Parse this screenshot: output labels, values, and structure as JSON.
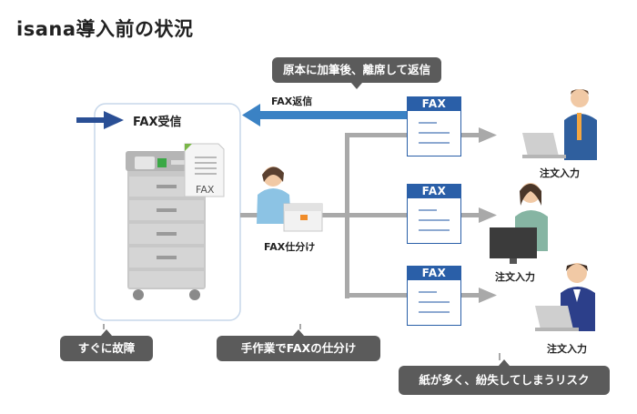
{
  "title": "isana導入前の状況",
  "callouts": {
    "top": "原本に加筆後、離席して返信",
    "left": "すぐに故障",
    "middle": "手作業でFAXの仕分け",
    "bottom": "紙が多く、紛失してしまうリスク"
  },
  "labels": {
    "fax_receive": "FAX受信",
    "fax_reply": "FAX返信",
    "fax_sort": "FAX仕分け",
    "paper_fax": "FAX",
    "order_input_1": "注文入力",
    "order_input_2": "注文入力",
    "order_input_3": "注文入力"
  },
  "documents": [
    {
      "header": "FAX"
    },
    {
      "header": "FAX"
    },
    {
      "header": "FAX"
    }
  ],
  "colors": {
    "arrow_blue": "#3b82c4",
    "navy": "#2a4f95",
    "gray_line": "#a9a9a9",
    "callout_bg": "#5b5b5b",
    "doc_blue": "#2a5fa8"
  }
}
